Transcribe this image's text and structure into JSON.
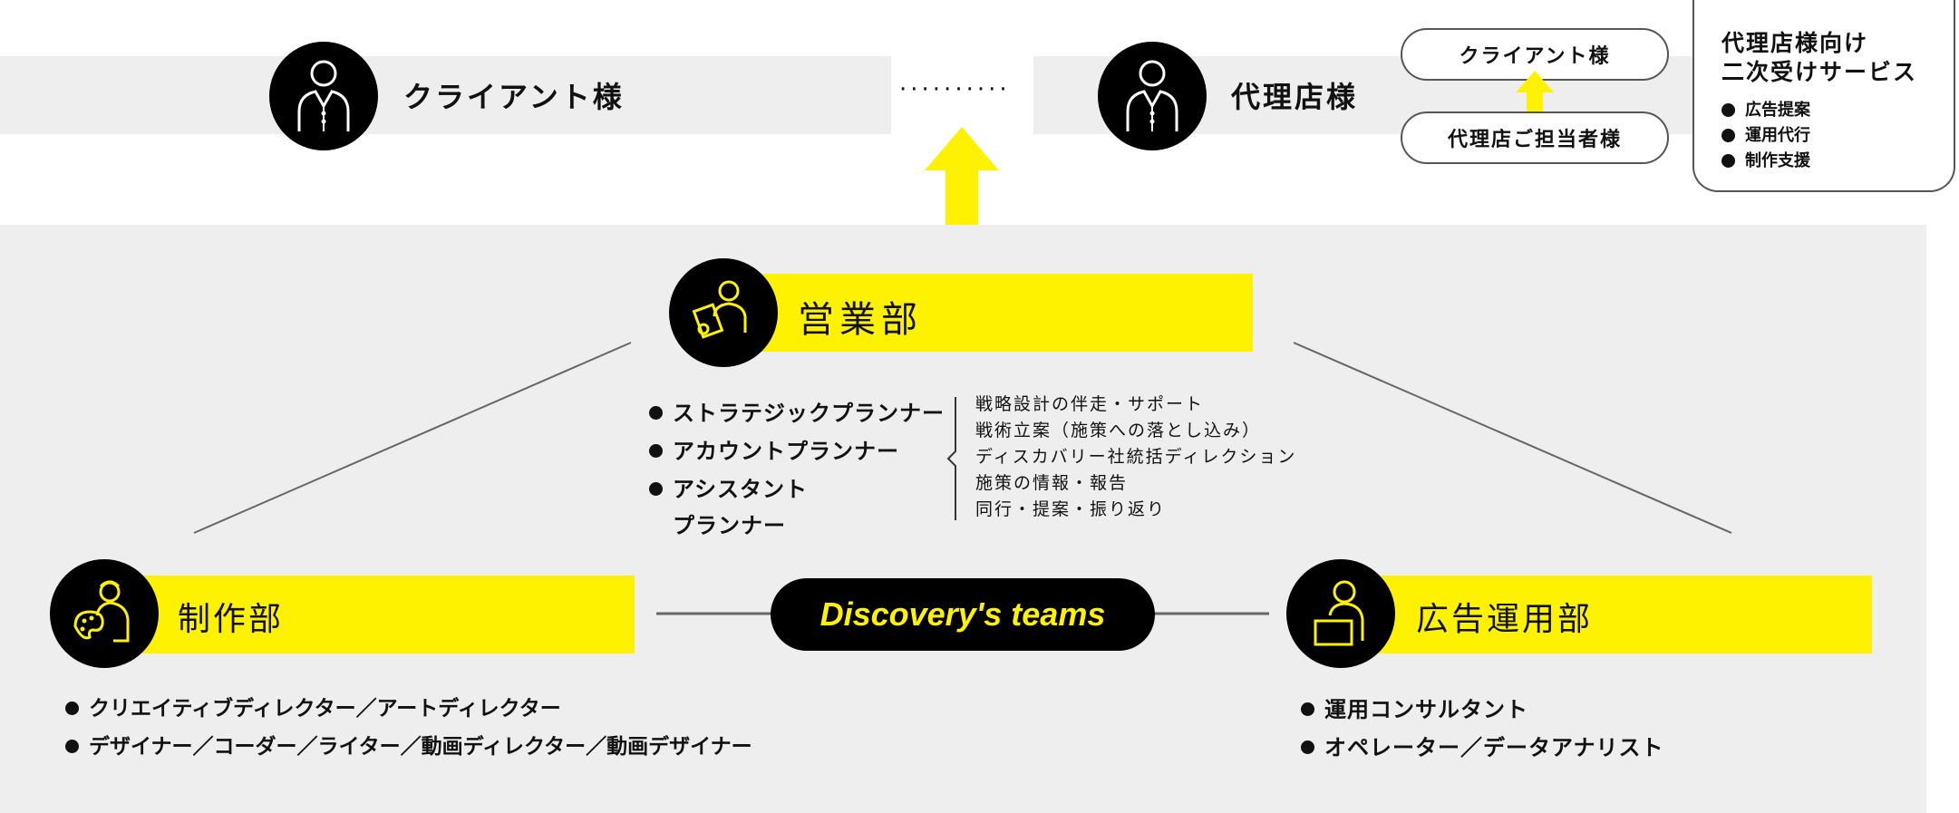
{
  "top": {
    "client_label": "クライアント様",
    "dots": "··········",
    "agency_label": "代理店様"
  },
  "flow": {
    "client_pill": "クライアント様",
    "agency_pill": "代理店ご担当者様"
  },
  "service_box": {
    "title_line1": "代理店様向け",
    "title_line2": "二次受けサービス",
    "items": [
      "広告提案",
      "運用代行",
      "制作支援"
    ]
  },
  "sales": {
    "title": "営業部",
    "roles": [
      "ストラテジックプランナー",
      "アカウントプランナー",
      "アシスタント"
    ],
    "role_continuation": "プランナー",
    "tasks": [
      "戦略設計の伴走・サポート",
      "戦術立案（施策への落とし込み）",
      "ディスカバリー社統括ディレクション",
      "施策の情報・報告",
      "同行・提案・振り返り"
    ]
  },
  "center": {
    "label": "Discovery's teams"
  },
  "production": {
    "title": "制作部",
    "roles": [
      "クリエイティブディレクター／アートディレクター",
      "デザイナー／コーダー／ライター／動画ディレクター／動画デザイナー"
    ]
  },
  "ads": {
    "title": "広告運用部",
    "roles": [
      "運用コンサルタント",
      "オペレーター／データアナリスト"
    ]
  },
  "colors": {
    "accent": "#fff200",
    "band": "#eeeeee",
    "icon_bg": "#000000",
    "icon_fg_white": "#ffffff",
    "icon_fg_yellow": "#fff200"
  },
  "icons": [
    "person-icon",
    "person-icon",
    "planner-icon",
    "artist-icon",
    "operator-icon",
    "arrow-up-icon"
  ]
}
